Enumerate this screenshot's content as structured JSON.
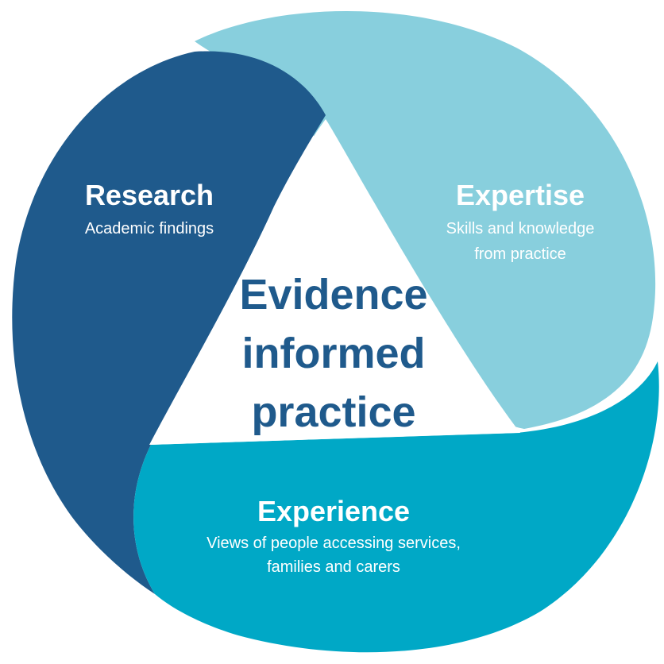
{
  "center": {
    "lines": [
      "Evidence",
      "informed",
      "practice"
    ],
    "color": "#1f5a8c"
  },
  "segments": {
    "research": {
      "title": "Research",
      "subtitle_lines": [
        "Academic findings"
      ],
      "color": "#1f5a8c"
    },
    "expertise": {
      "title": "Expertise",
      "subtitle_lines": [
        "Skills and knowledge",
        "from practice"
      ],
      "color": "#88cfdd"
    },
    "experience": {
      "title": "Experience",
      "subtitle_lines": [
        "Views of people accessing services,",
        "families and carers"
      ],
      "color": "#00a8c6"
    }
  },
  "background": "#ffffff"
}
